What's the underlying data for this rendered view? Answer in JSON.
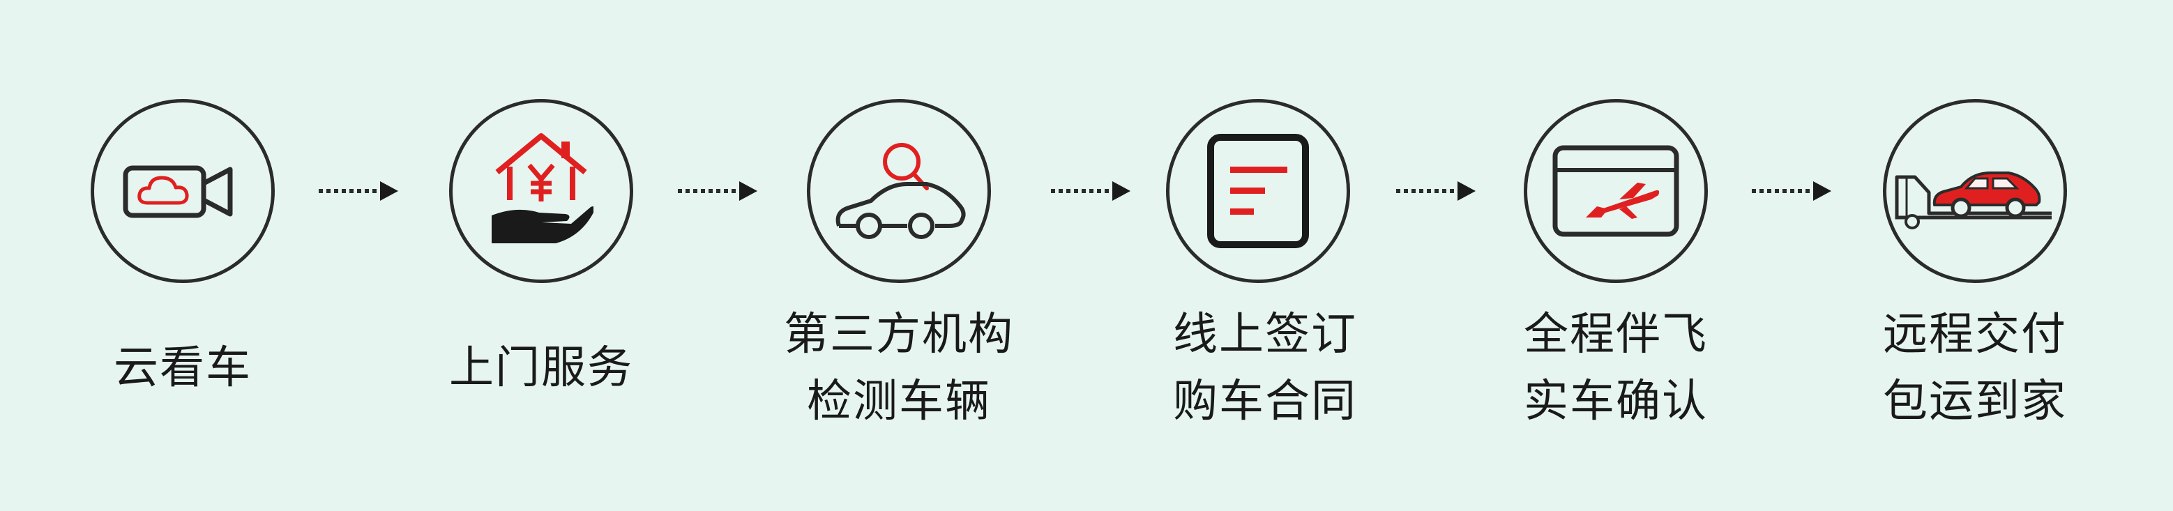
{
  "colors": {
    "background": "#e6f5ef",
    "outline": "#2b2b2b",
    "accent": "#e02020"
  },
  "steps": [
    {
      "icon": "video-camera-cloud-icon",
      "label_lines": [
        "云看车"
      ]
    },
    {
      "icon": "house-yen-hand-icon",
      "label_lines": [
        "上门服务"
      ]
    },
    {
      "icon": "car-magnifier-icon",
      "label_lines": [
        "第三方机构",
        "检测车辆"
      ]
    },
    {
      "icon": "contract-document-icon",
      "label_lines": [
        "线上签订",
        "购车合同"
      ]
    },
    {
      "icon": "flight-ticket-icon",
      "label_lines": [
        "全程伴飞",
        "实车确认"
      ]
    },
    {
      "icon": "tow-truck-car-icon",
      "label_lines": [
        "远程交付",
        "包运到家"
      ]
    }
  ]
}
